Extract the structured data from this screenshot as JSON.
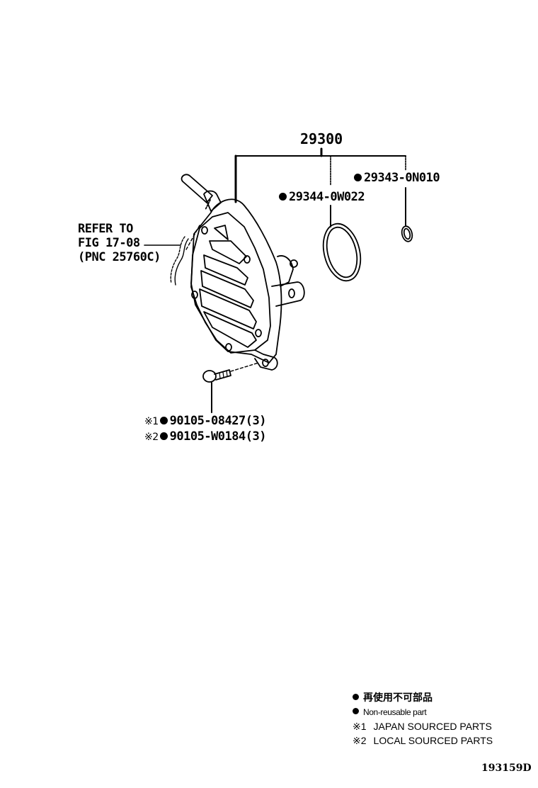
{
  "diagram": {
    "assembly_part_number": "29300",
    "parts": [
      {
        "id": "gasket-large",
        "non_reusable": true,
        "number": "29344-0W022"
      },
      {
        "id": "gasket-small",
        "non_reusable": true,
        "number": "29343-0N010"
      }
    ],
    "bolts": [
      {
        "mark": "※1",
        "non_reusable": true,
        "number": "90105-08427(3)"
      },
      {
        "mark": "※2",
        "non_reusable": true,
        "number": "90105-W0184(3)"
      }
    ],
    "reference_note": {
      "line1": "REFER TO",
      "line2": "FIG 17-08",
      "line3": "(PNC 25760C)"
    }
  },
  "legend": {
    "items": [
      {
        "symbol": "●",
        "text": "再使用不可部品"
      },
      {
        "symbol": "●",
        "text": "Non-reusable part"
      },
      {
        "symbol": "※1",
        "text": "JAPAN SOURCED PARTS"
      },
      {
        "symbol": "※2",
        "text": "LOCAL SOURCED PARTS"
      }
    ]
  },
  "illustration_code": "193159D"
}
